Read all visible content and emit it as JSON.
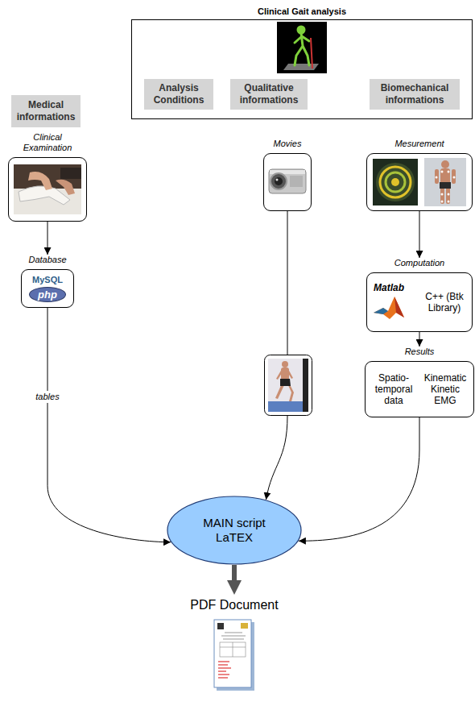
{
  "diagram": {
    "nodes": [
      {
        "text": [
          "Clinical Gait analysis"
        ]
      },
      {
        "text": [
          "Analysis Conditions"
        ],
        "in": 0
      },
      {
        "text": [
          "Qualitative informations"
        ],
        "in": 0
      },
      {
        "text": [
          "Biomechanical informations"
        ],
        "in": 0
      },
      {
        "text": [
          "Medical informations"
        ]
      },
      {
        "text": [
          "Clinical Examination"
        ]
      },
      {
        "text": [
          "Movies"
        ]
      },
      {
        "text": [
          "Mesurement"
        ]
      },
      {
        "text": [
          "Database",
          "MySQL",
          "php"
        ]
      },
      {
        "text": [
          "Computation",
          "Matlab",
          "C++ (Btk Library)"
        ]
      },
      {
        "text": [
          "Results",
          "Spatio-temporal data",
          "Kinematic Kinetic EMG"
        ]
      },
      {
        "text": [
          "MAIN script LaTEX"
        ]
      },
      {
        "text": [
          "PDF Document"
        ]
      }
    ],
    "edges": [
      {
        "from": 5,
        "to": 8,
        "arrow": "to"
      },
      {
        "from": 8,
        "to": 11,
        "arrow": "to",
        "label": "tables"
      },
      {
        "from": 6,
        "to": 11,
        "arrow": "to"
      },
      {
        "from": 7,
        "to": 9,
        "arrow": "to"
      },
      {
        "from": 9,
        "to": 10,
        "arrow": "to"
      },
      {
        "from": 10,
        "to": 11,
        "arrow": "to"
      },
      {
        "from": 11,
        "to": 12,
        "arrow": "to"
      }
    ]
  }
}
